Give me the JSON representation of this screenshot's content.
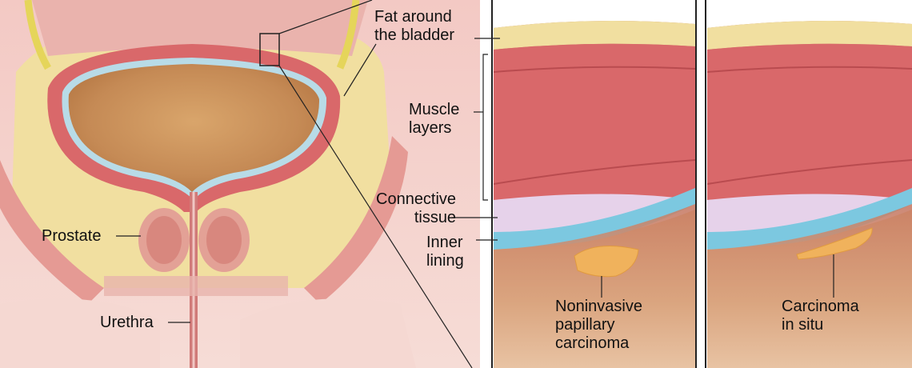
{
  "labels": {
    "fat_around_bladder": "Fat around\nthe bladder",
    "muscle_layers": "Muscle\nlayers",
    "connective_tissue": "Connective\ntissue",
    "inner_lining": "Inner\nlining",
    "prostate": "Prostate",
    "urethra": "Urethra",
    "noninvasive_papillary_carcinoma": "Noninvasive\npapillary\ncarcinoma",
    "carcinoma_in_situ": "Carcinoma\nin situ"
  },
  "colors": {
    "fat": "#f1dfa0",
    "muscle": "#d9686a",
    "muscle_dark": "#b94b4f",
    "connective": "#e6d2ea",
    "inner_lining": "#7cc8e0",
    "tissue_bg": "#c98a6a",
    "bladder_lumen": "#d29b66",
    "tumor": "#f0b25c",
    "line": "#222222"
  }
}
